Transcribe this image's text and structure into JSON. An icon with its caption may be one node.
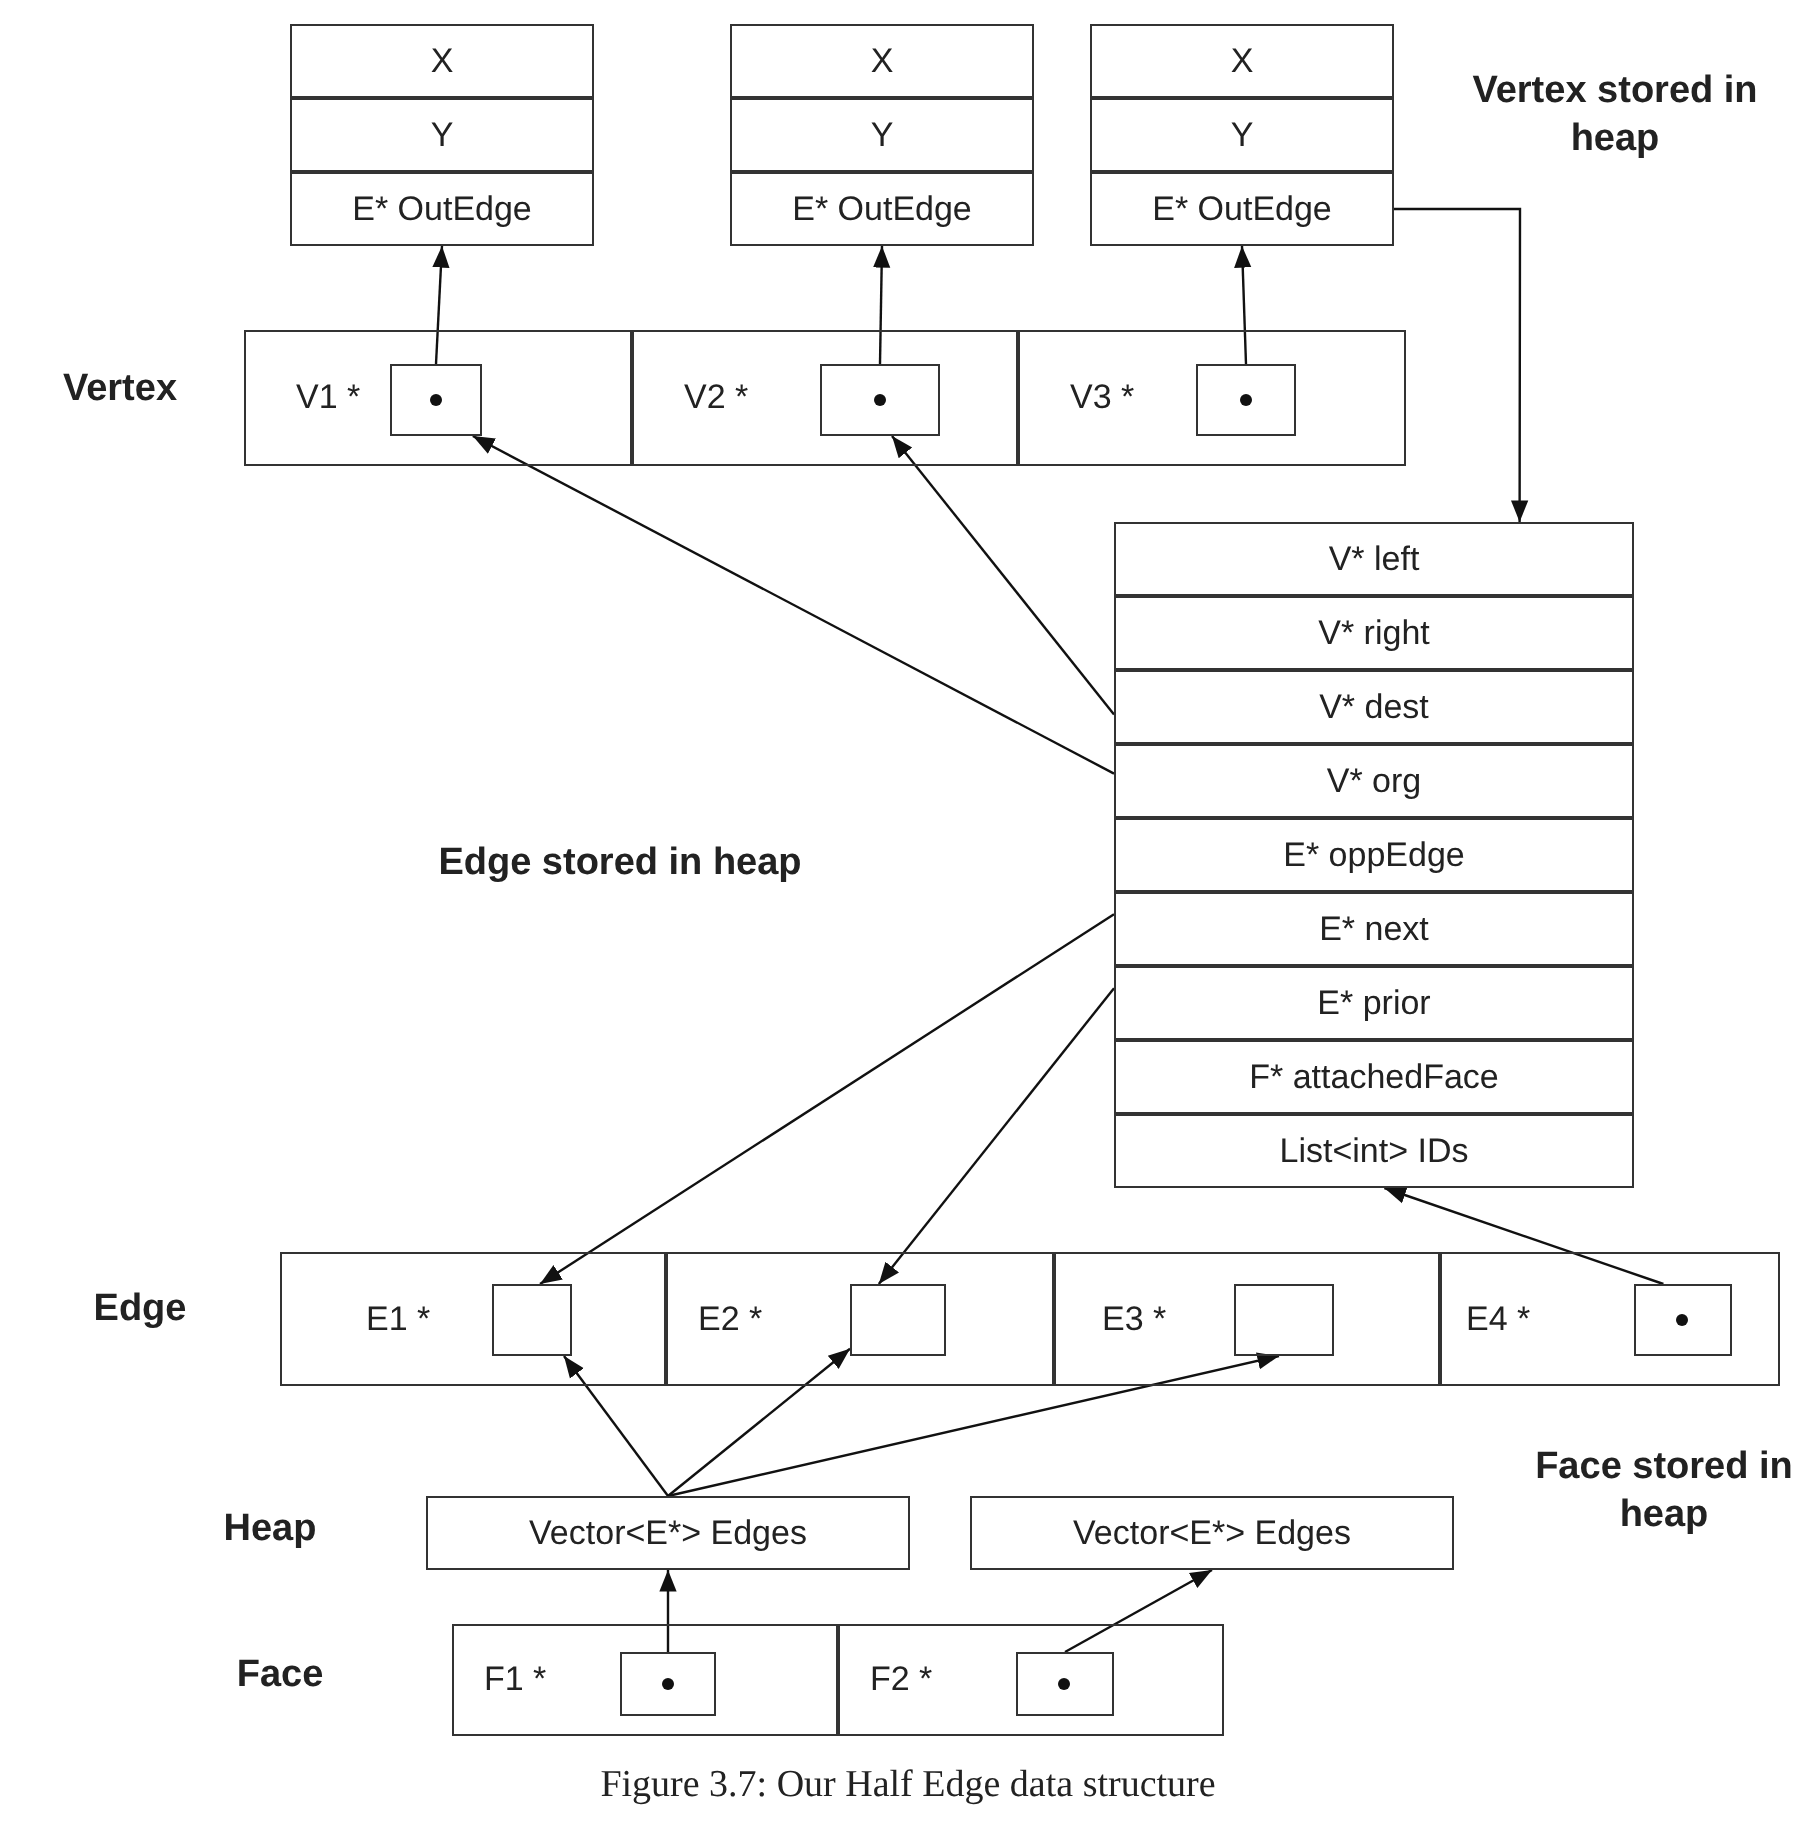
{
  "diagram": {
    "caption": "Figure 3.7: Our Half Edge data structure",
    "nodes": [
      {
        "text": [
          "X"
        ]
      },
      {
        "text": [
          "Y"
        ]
      },
      {
        "text": [
          "E* OutEdge"
        ]
      },
      {
        "text": [
          "X"
        ]
      },
      {
        "text": [
          "Y"
        ]
      },
      {
        "text": [
          "E* OutEdge"
        ]
      },
      {
        "text": [
          "X"
        ]
      },
      {
        "text": [
          "Y"
        ]
      },
      {
        "text": [
          "E* OutEdge"
        ]
      },
      {
        "text": [
          "V1 *"
        ]
      },
      {
        "text": [],
        "shape": "box",
        "in": 9
      },
      {
        "text": [
          "V2 *"
        ]
      },
      {
        "text": [],
        "shape": "box",
        "in": 11
      },
      {
        "text": [
          "V3 *"
        ]
      },
      {
        "text": [],
        "shape": "box",
        "in": 13
      },
      {
        "text": [
          "V* left"
        ]
      },
      {
        "text": [
          "V* right"
        ]
      },
      {
        "text": [
          "V* dest"
        ]
      },
      {
        "text": [
          "V* org"
        ]
      },
      {
        "text": [
          "E* oppEdge"
        ]
      },
      {
        "text": [
          "E* next"
        ]
      },
      {
        "text": [
          "E* prior"
        ]
      },
      {
        "text": [
          "F* attachedFace"
        ]
      },
      {
        "text": [
          "List<int> IDs"
        ]
      },
      {
        "text": [
          "E1 *"
        ]
      },
      {
        "text": [],
        "shape": "box",
        "in": 24
      },
      {
        "text": [
          "E2 *"
        ]
      },
      {
        "text": [],
        "shape": "box",
        "in": 26
      },
      {
        "text": [
          "E3 *"
        ]
      },
      {
        "text": [],
        "shape": "box",
        "in": 28
      },
      {
        "text": [
          "E4 *"
        ]
      },
      {
        "text": [],
        "shape": "box",
        "in": 30
      },
      {
        "text": [
          "Vector<E*> Edges"
        ]
      },
      {
        "text": [
          "Vector<E*> Edges"
        ]
      },
      {
        "text": [
          "F1 *"
        ]
      },
      {
        "text": [],
        "shape": "box",
        "in": 34
      },
      {
        "text": [
          "F2 *"
        ]
      },
      {
        "text": [],
        "shape": "box",
        "in": 36
      }
    ],
    "edges": [
      {
        "from": 10,
        "to": 2,
        "arrow": "to"
      },
      {
        "from": 12,
        "to": 5,
        "arrow": "to"
      },
      {
        "from": 14,
        "to": 8,
        "arrow": "to"
      },
      {
        "from": 8,
        "to": 15,
        "arrow": "to"
      },
      {
        "from": 18,
        "to": 10,
        "arrow": "to"
      },
      {
        "from": 17,
        "to": 12,
        "arrow": "to"
      },
      {
        "from": 20,
        "to": 25,
        "arrow": "to"
      },
      {
        "from": 21,
        "to": 27,
        "arrow": "to"
      },
      {
        "from": 31,
        "to": 23,
        "arrow": "to"
      },
      {
        "from": 32,
        "to": 25,
        "arrow": "to"
      },
      {
        "from": 32,
        "to": 27,
        "arrow": "to"
      },
      {
        "from": 32,
        "to": 29,
        "arrow": "to"
      },
      {
        "from": 35,
        "to": 32,
        "arrow": "to"
      },
      {
        "from": 37,
        "to": 33,
        "arrow": "to"
      }
    ],
    "labels": [
      "Vertex stored in heap",
      "Vertex",
      "Edge stored in heap",
      "Edge",
      "Heap",
      "Face stored in heap",
      "Face"
    ]
  }
}
